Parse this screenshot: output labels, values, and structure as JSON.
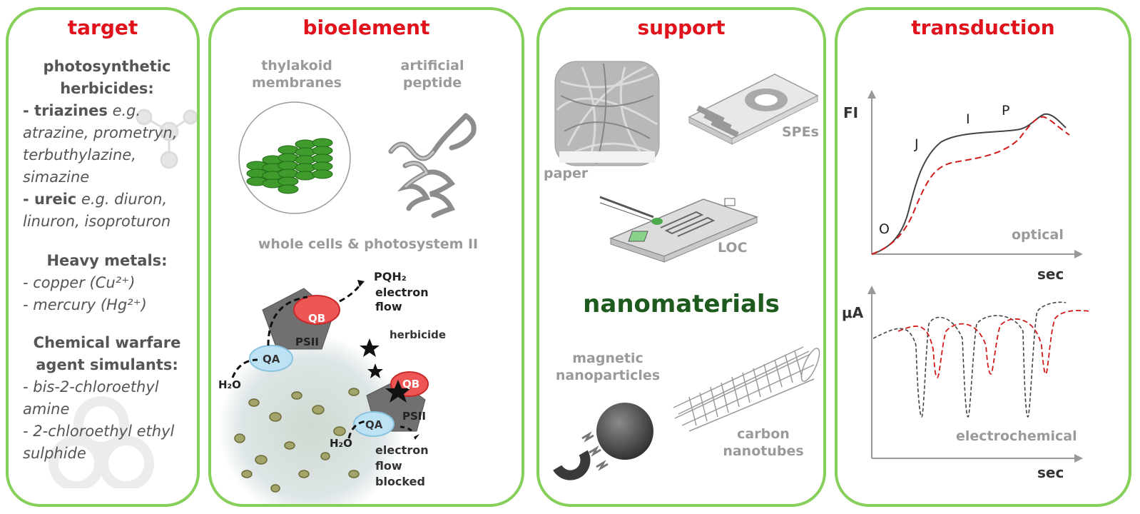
{
  "panels": {
    "target": {
      "title": "target",
      "photo_head_1": "photosynthetic",
      "photo_head_2": "herbicides:",
      "triazines_bold": "- triazines",
      "triazines_eg": " e.g.",
      "triazines_list_1": "atrazine, prometryn,",
      "triazines_list_2": "terbuthylazine,",
      "triazines_list_3": "simazine",
      "ureic_bold": "- ureic",
      "ureic_eg": " e.g. diuron,",
      "ureic_list": "linuron, isoproturon",
      "metals_head": "Heavy metals:",
      "metal_1": "- copper (Cu²⁺)",
      "metal_2": "- mercury (Hg²⁺)",
      "cw_head_1": "Chemical warfare",
      "cw_head_2": "agent simulants:",
      "cw_1a": "- bis-2-chloroethyl",
      "cw_1b": "amine",
      "cw_2a": "- 2-chloroethyl ethyl",
      "cw_2b": "sulphide"
    },
    "bioelement": {
      "title": "bioelement",
      "thylakoid_1": "thylakoid",
      "thylakoid_2": "membranes",
      "peptide_1": "artificial",
      "peptide_2": "peptide",
      "whole_cells": "whole cells & photosystem II",
      "pqh2": "PQH₂",
      "electron_flow_1": "electron",
      "electron_flow_2": "flow",
      "psii_1": "PSII",
      "psii_2": "PSII",
      "herbicide": "herbicide",
      "h2o_1": "H₂O",
      "h2o_2": "H₂O",
      "qa_1": "QA",
      "qa_2": "QA",
      "qb_1": "QB",
      "qb_2": "QB",
      "blocked_1": "electron",
      "blocked_2": "flow",
      "blocked_3": "blocked"
    },
    "support": {
      "title": "support",
      "paper": "paper",
      "spes": "SPEs",
      "loc": "LOC",
      "nanomaterials": "nanomaterials",
      "magnetic_1": "magnetic",
      "magnetic_2": "nanoparticles",
      "carbon_1": "carbon",
      "carbon_2": "nanotubes"
    },
    "transduction": {
      "title": "transduction",
      "fi": "FI",
      "sec_1": "sec",
      "optical": "optical",
      "point_o": "O",
      "point_j": "J",
      "point_i": "I",
      "point_p": "P",
      "ua": "μA",
      "sec_2": "sec",
      "electrochemical": "electrochemical"
    }
  },
  "colors": {
    "border": "#86cf5a",
    "title": "#e0121b",
    "nanomaterials": "#1e5a1e",
    "series_red": "#d11a1a",
    "series_dark": "#444444"
  }
}
